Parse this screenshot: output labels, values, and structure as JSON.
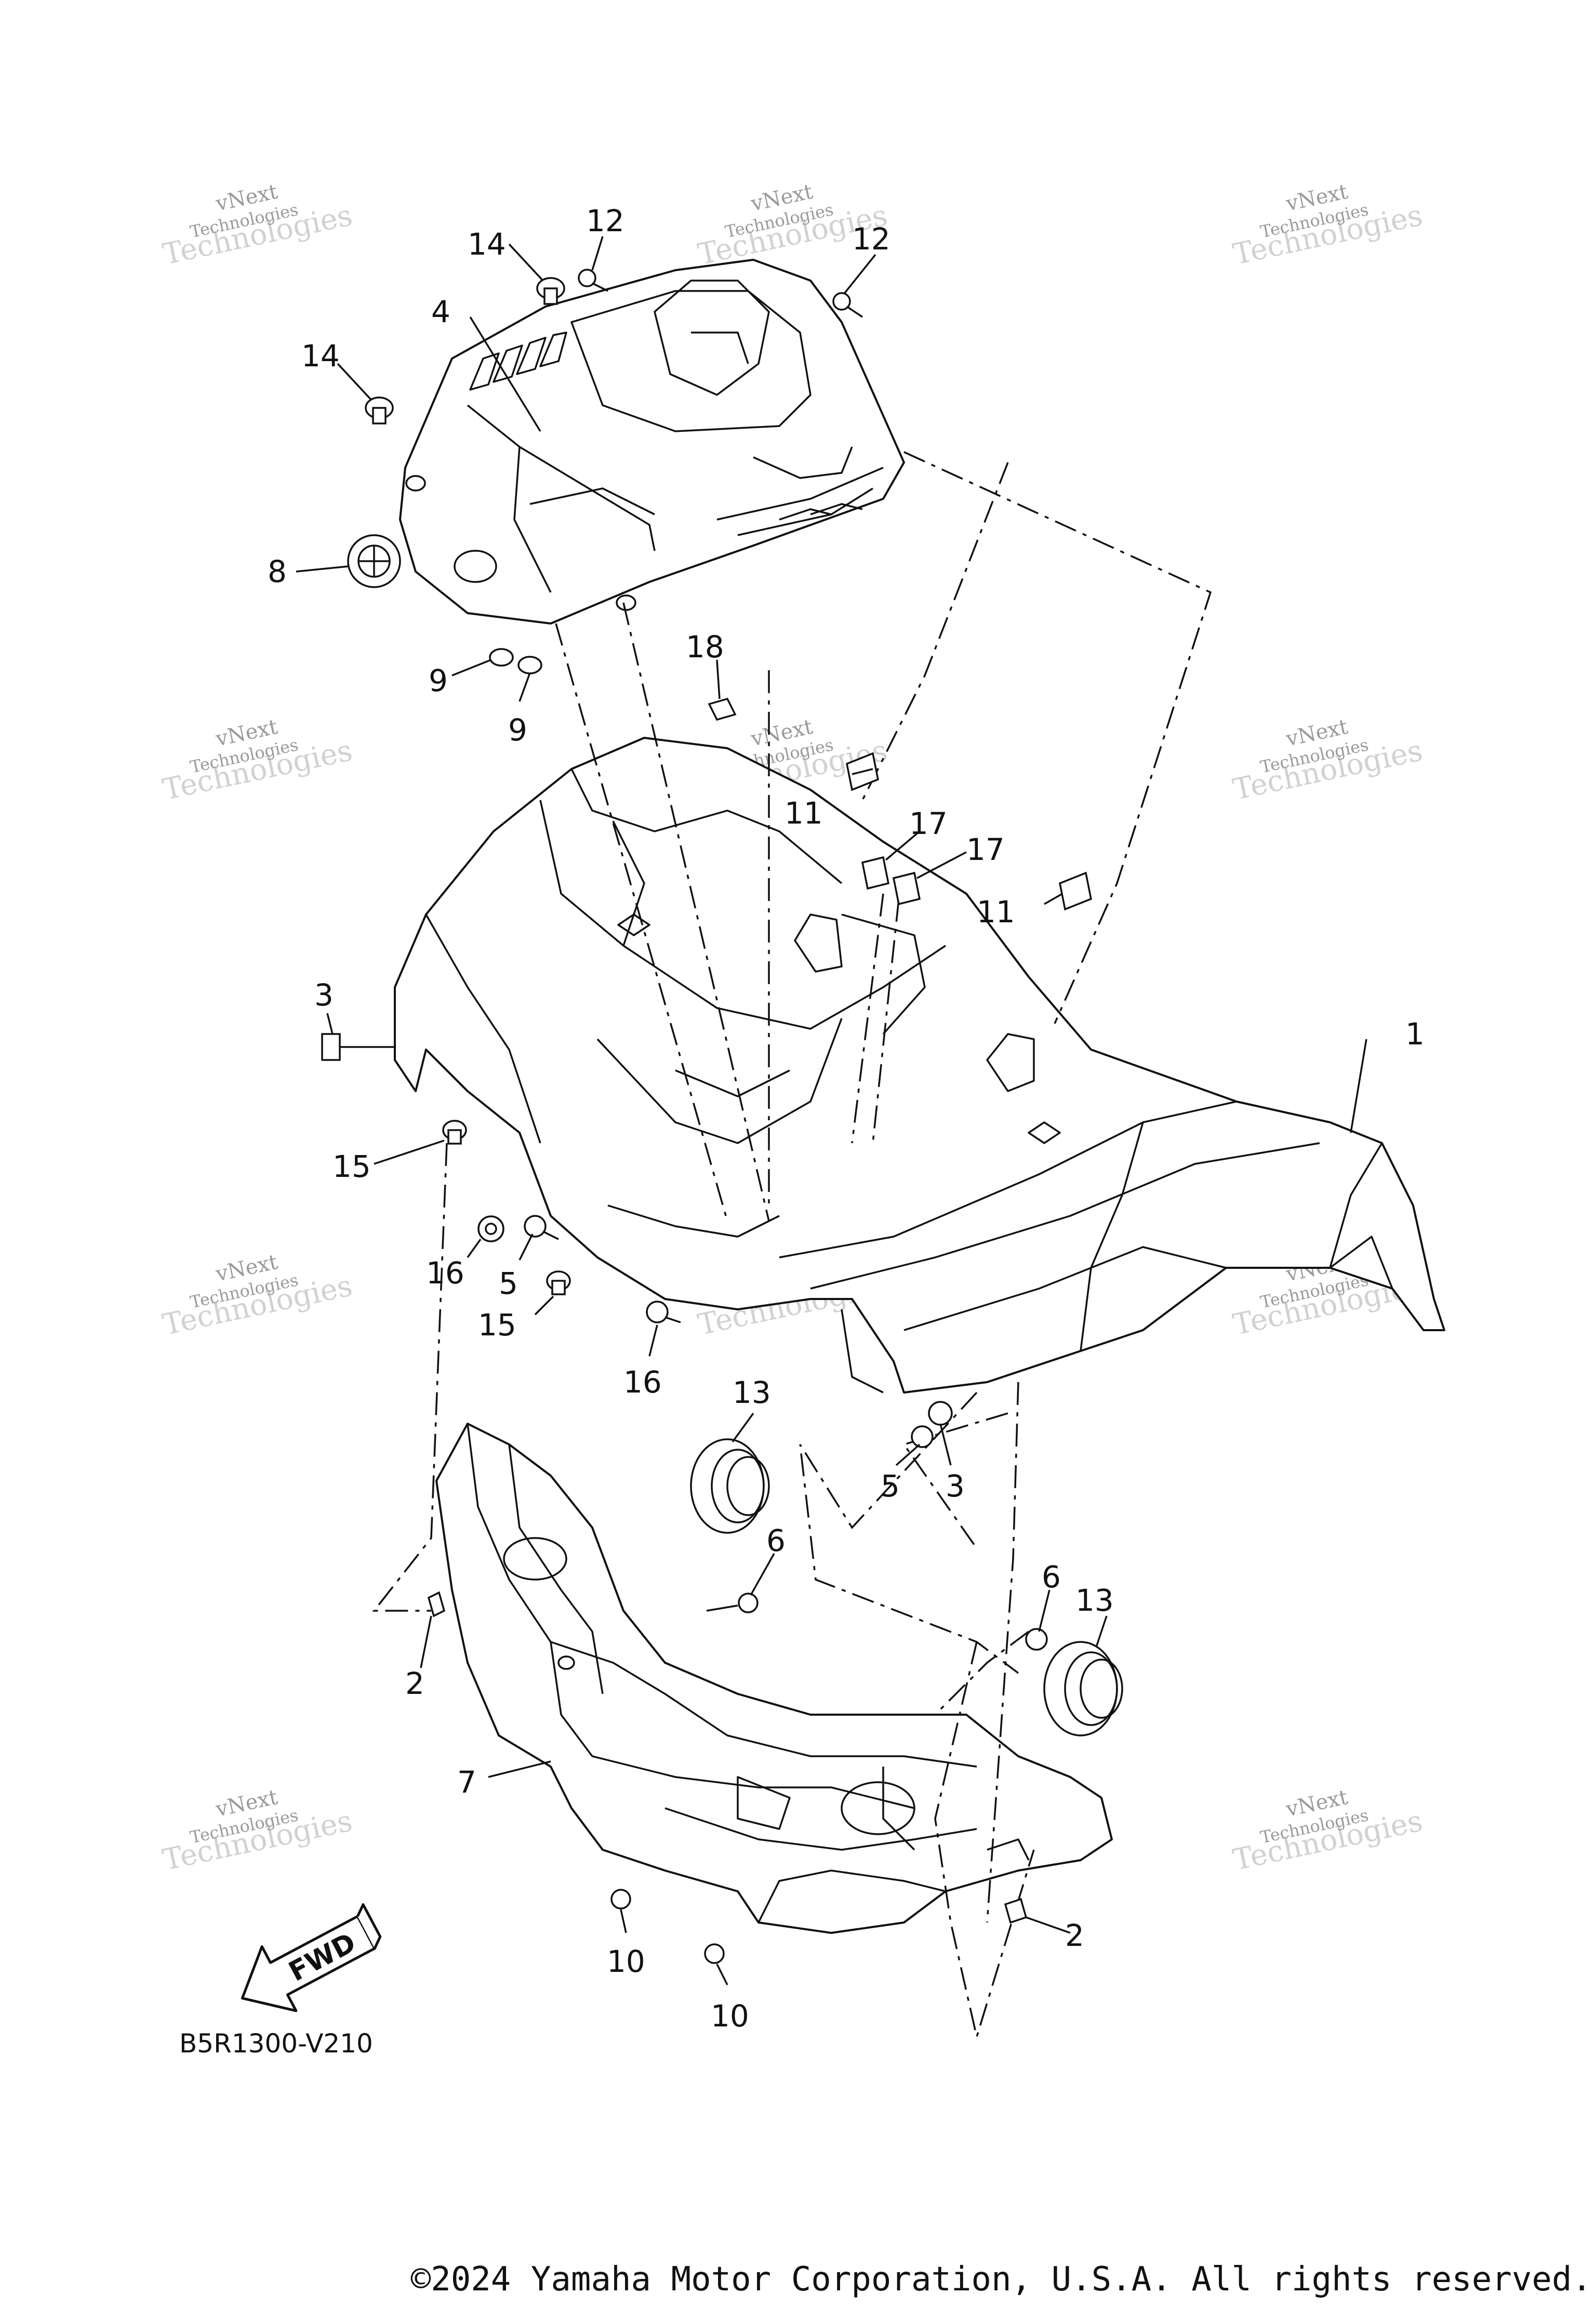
{
  "diagram": {
    "code": "B5R1300-V210",
    "fwd_label": "FWD",
    "watermark_line1": "vNext",
    "watermark_line2": "Technologies",
    "watermark_faint": "Technologies",
    "callouts": [
      "1",
      "2",
      "2",
      "3",
      "3",
      "4",
      "5",
      "5",
      "6",
      "6",
      "7",
      "8",
      "9",
      "9",
      "10",
      "10",
      "11",
      "11",
      "12",
      "12",
      "13",
      "13",
      "14",
      "14",
      "15",
      "15",
      "16",
      "16",
      "17",
      "17",
      "18"
    ]
  },
  "footer": {
    "copyright": "©2024 Yamaha Motor Corporation, U.S.A. All rights reserved."
  }
}
